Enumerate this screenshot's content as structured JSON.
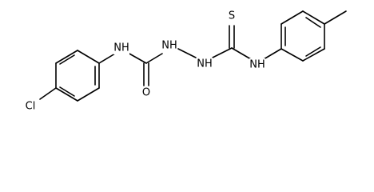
{
  "molecule": {
    "atoms": {
      "chlorine": "Cl",
      "nh_aryl_left": "NH",
      "carbonyl_oxygen": "O",
      "hydrazine_nh_1": "NH",
      "hydrazine_nh_2": "NH",
      "thione_sulfur": "S",
      "nh_aryl_right": "NH"
    }
  }
}
